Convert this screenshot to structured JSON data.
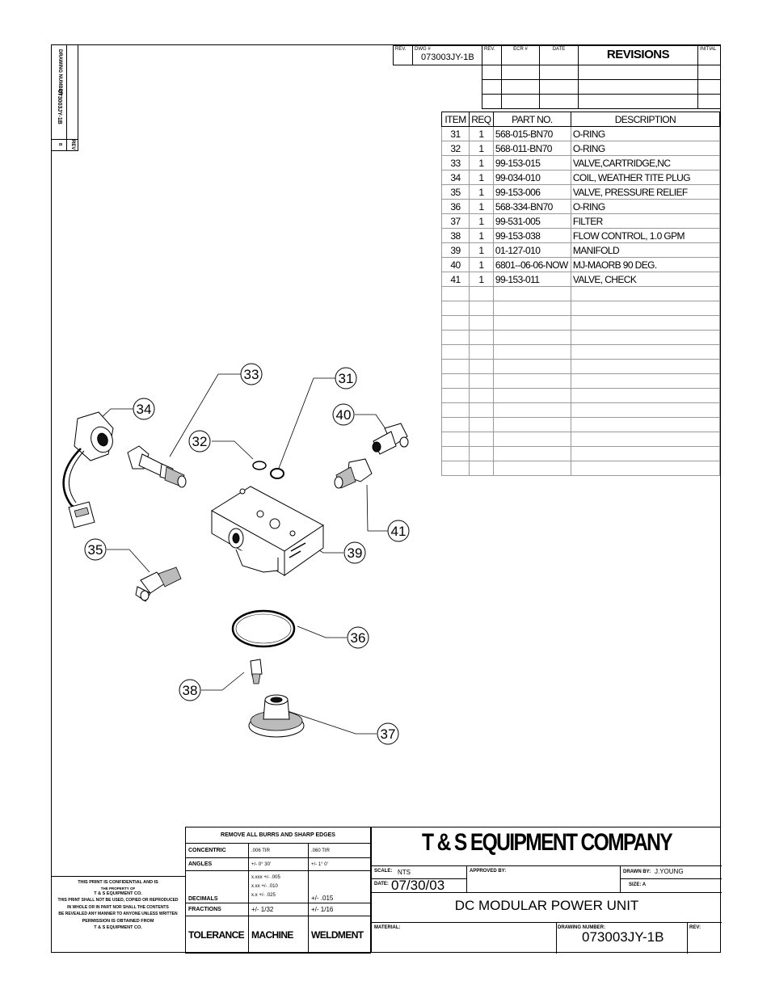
{
  "drawing_stamp": {
    "drawing_number_label": "DRAWING NUMBER",
    "drawing_number": "073003JY-1B",
    "rev_label": "REV",
    "rev_value": "B"
  },
  "revisions_header": {
    "rev_label": "REV.",
    "dwg_label": "DWG #",
    "dwg_number": "073003JY-1B",
    "rev2_label": "REV.",
    "ecr_label": "ECR #",
    "date_label": "DATE",
    "title": "REVISIONS",
    "initial_label": "INITIAL"
  },
  "bom": {
    "headers": [
      "ITEM",
      "REQ",
      "PART NO.",
      "DESCRIPTION"
    ],
    "rows": [
      [
        "31",
        "1",
        "568-015-BN70",
        "O-RING"
      ],
      [
        "32",
        "1",
        "568-011-BN70",
        "O-RING"
      ],
      [
        "33",
        "1",
        "99-153-015",
        "VALVE,CARTRIDGE,NC"
      ],
      [
        "34",
        "1",
        "99-034-010",
        "COIL, WEATHER TITE PLUG"
      ],
      [
        "35",
        "1",
        "99-153-006",
        "VALVE, PRESSURE RELIEF"
      ],
      [
        "36",
        "1",
        "568-334-BN70",
        "O-RING"
      ],
      [
        "37",
        "1",
        "99-531-005",
        "FILTER"
      ],
      [
        "38",
        "1",
        "99-153-038",
        "FLOW CONTROL, 1.0 GPM"
      ],
      [
        "39",
        "1",
        "01-127-010",
        "MANIFOLD"
      ],
      [
        "40",
        "1",
        "6801--06-06-NOW",
        "MJ-MAORB 90 DEG."
      ],
      [
        "41",
        "1",
        "99-153-011",
        "VALVE, CHECK"
      ]
    ],
    "empty_rows": 13
  },
  "balloons": [
    "33",
    "31",
    "34",
    "40",
    "32",
    "41",
    "35",
    "39",
    "36",
    "38",
    "37"
  ],
  "tolerances": {
    "header": "REMOVE ALL BURRS AND SHARP EDGES",
    "concentric_label": "CONCENTRIC",
    "concentric_machine": ".006 TIR",
    "concentric_weldment": ".060 TIR",
    "angles_label": "ANGLES",
    "angles_machine": "+/- 0° 30'",
    "angles_weldment": "+/- 1° 0'",
    "decimals_label": "DECIMALS",
    "decimals_xxxx": "x.xxx  +/- .005",
    "decimals_xxx": "x.xx  +/- .010",
    "decimals_xx": "x.x  +/- .025",
    "decimals_weldment": "+/- .015",
    "fractions_label": "FRACTIONS",
    "fractions_machine": "+/- 1/32",
    "fractions_weldment": "+/- 1/16",
    "tolerance_label": "TOLERANCE",
    "machine_label": "MACHINE",
    "weldment_label": "WELDMENT"
  },
  "confidential": {
    "line1": "THIS PRINT IS CONFIDENTIAL AND IS",
    "line2": "THE PROPERTY OF",
    "line3": "T & S EQUIPMENT CO.",
    "line4": "THIS PRINT SHALL NOT BE USED, COPIED OR REPRODUCED",
    "line5": "IN WHOLE OR IN PART NOR SHALL THE CONTENTS",
    "line6": "BE REVEALED ANY MANNER TO ANYONE UNLESS WRITTEN",
    "line7": "PERMISSION IS OBTAINED FROM",
    "line8": "T & S EQUIPMENT CO."
  },
  "title_block": {
    "company": "T & S EQUIPMENT COMPANY",
    "scale_label": "SCALE:",
    "scale_value": "NTS",
    "approved_label": "APPROVED BY:",
    "drawn_label": "DRAWN BY:",
    "drawn_value": "J.YOUNG",
    "date_label": "DATE:",
    "date_value": "07/30/03",
    "size_label": "SIZE: A",
    "title": "DC MODULAR POWER UNIT",
    "material_label": "MATERIAL:",
    "drawing_number_label": "DRAWING NUMBER:",
    "drawing_number": "073003JY-1B",
    "rev_label": "REV:"
  }
}
